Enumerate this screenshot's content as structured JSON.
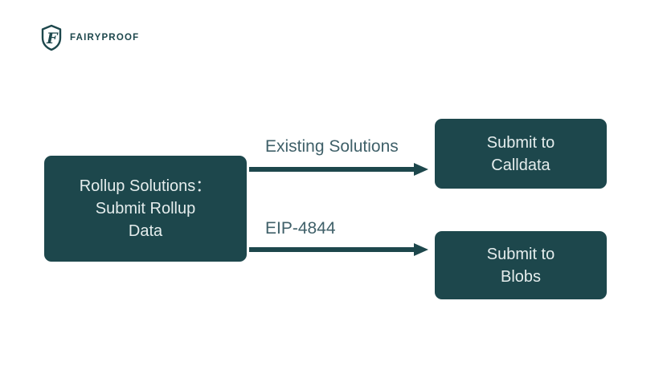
{
  "brand": {
    "name": "FAIRYPROOF",
    "logo_icon": "fairyproof-shield-icon",
    "color": "#1d474c"
  },
  "diagram": {
    "nodes": [
      {
        "id": "rollup-solutions",
        "label_lines": [
          "Rollup Solutions：",
          "Submit Rollup",
          "Data"
        ]
      },
      {
        "id": "submit-to-calldata",
        "label_lines": [
          "Submit to",
          "Calldata"
        ]
      },
      {
        "id": "submit-to-blobs",
        "label_lines": [
          "Submit to",
          "Blobs"
        ]
      }
    ],
    "edges": [
      {
        "from": "rollup-solutions",
        "to": "submit-to-calldata",
        "label": "Existing Solutions"
      },
      {
        "from": "rollup-solutions",
        "to": "submit-to-blobs",
        "label": "EIP-4844"
      }
    ],
    "colors": {
      "node_fill": "#1d474c",
      "node_text": "#e5eded",
      "edge": "#1d474c",
      "edge_label_text": "#3f6069",
      "background": "#ffffff"
    }
  }
}
